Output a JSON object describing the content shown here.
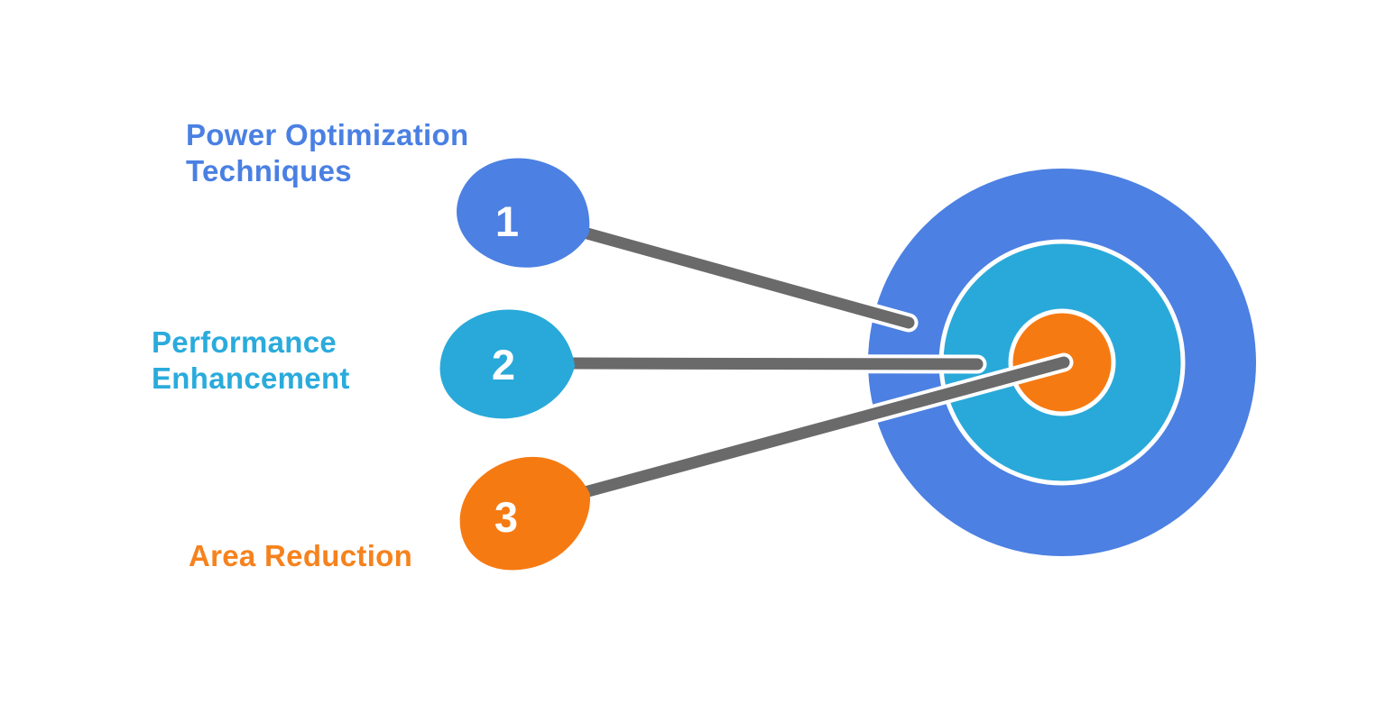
{
  "colors": {
    "blue": "#4c80e2",
    "cyan": "#29a9d9",
    "orange": "#f67a12",
    "connector_gray": "#6a6a6a",
    "outline_white": "#ffffff",
    "background": "#ffffff"
  },
  "diagram": {
    "type": "target-infographic",
    "items": [
      {
        "number": "1",
        "label": "Power Optimization\nTechniques",
        "color": "#4c80e2"
      },
      {
        "number": "2",
        "label": "Performance\nEnhancement",
        "color": "#29a9d9"
      },
      {
        "number": "3",
        "label": "Area Reduction",
        "color": "#f67a12"
      }
    ],
    "target": {
      "rings": [
        {
          "name": "outer",
          "color": "#4c80e2"
        },
        {
          "name": "middle",
          "color": "#29a9d9"
        },
        {
          "name": "center",
          "color": "#f67a12"
        }
      ]
    }
  }
}
